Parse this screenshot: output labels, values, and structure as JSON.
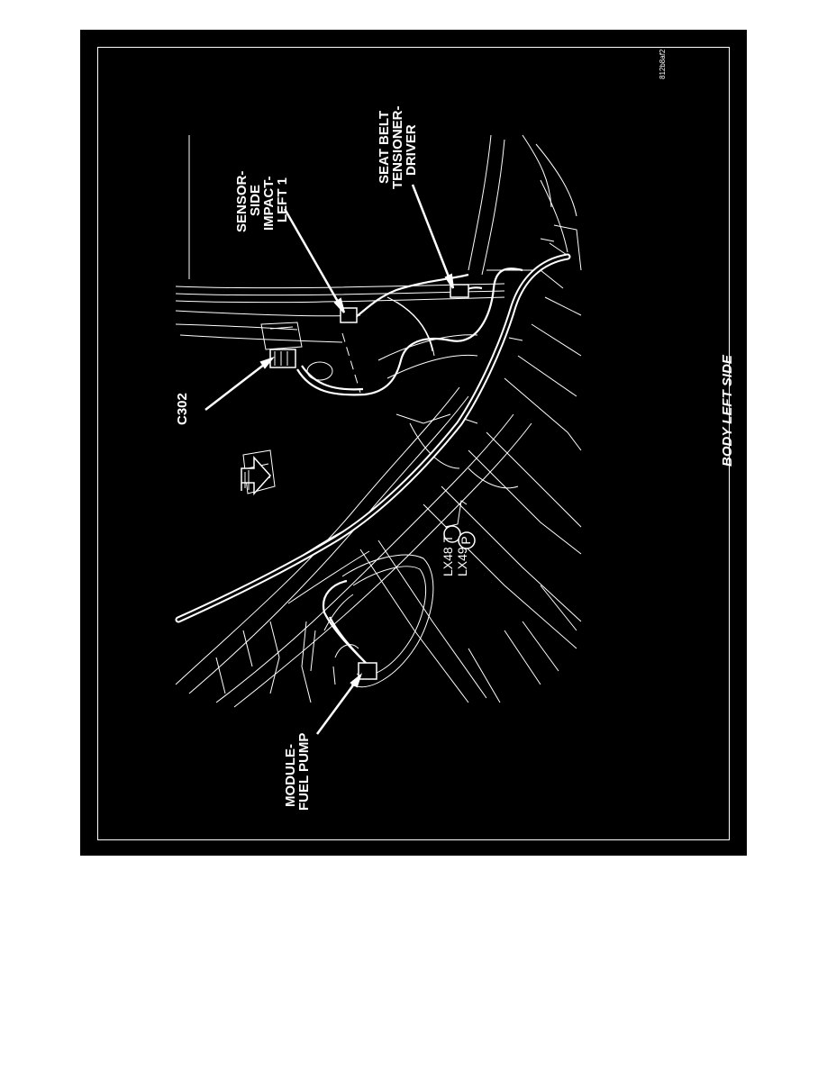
{
  "diagram": {
    "code": "812b8af2",
    "title": "BODY LEFT SIDE",
    "labels": {
      "sensor_side_impact": [
        "SENSOR-",
        "SIDE",
        "IMPACT-",
        "LEFT 1"
      ],
      "seat_belt_tensioner": [
        "SEAT BELT",
        "TENSIONER-",
        "DRIVER"
      ],
      "c302": "C302",
      "module_fuel_pump": [
        "MODULE-",
        "FUEL PUMP"
      ],
      "lx48": "LX48",
      "lx49": "LX49",
      "marker_t": "T",
      "marker_p": "P"
    }
  }
}
